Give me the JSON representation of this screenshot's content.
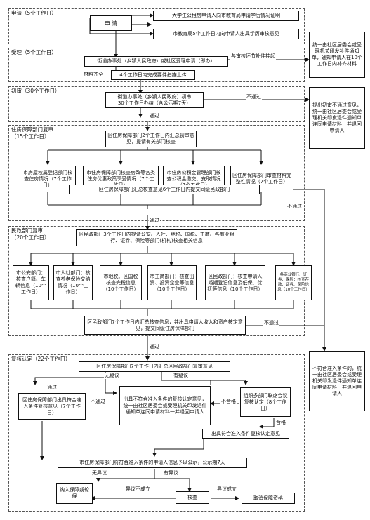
{
  "sections": {
    "apply": "申请（5个工作日）",
    "accept": "受理（5个工作日）",
    "first": "初审（30个工作日）",
    "housing": "住房保障部门复审\n（15个工作日）",
    "civil": "民政部门复审\n（20个工作日）",
    "final": "复核认定（22个工作日）"
  },
  "nodes": {
    "apply": "申 请",
    "apply_univ": "大学生公租房申请人向市教育局申请学历情况证明",
    "apply_edu": "市教育局5个工作日内向申请人出具学历审核意见",
    "accept_main": "街道办事处（乡镇人民政府）或社区受理申请（即办）",
    "accept_upload": "4个工作日内完成要件扫描上传",
    "right_supplement": "统一由社区居委会或受理机关印发补件通知单，通知申请人在10个工作日内补齐材料",
    "first_main": "街道办事处（乡镇人民政府）初审\n30个工作日办结（含公示期7天）",
    "right_first_reject": "提出初审不通过意见，统一由社区居委会或受理机关印发退件通知单连同申请材料一并退回申请人",
    "hs_summary": "区住房保障部门2个工作日内汇总初审意见，提请有关部门核查",
    "hs_property": "市房屋权属登记部门核查住房情况（7个工作日）",
    "hs_preference": "市住房保障部门核查房改等各类住房优惠政策享受情况（7个工作日）",
    "hs_fund": "市住房公积金管理部门核查公积金缴交、支取情况（7个工作日）",
    "hs_review": "区住房保障部门审查材料完整性情况（7个工作日）",
    "hs_send": "区住房保障部门汇总核查意见6个工作日内提交同级民政部门",
    "cv_request": "区民政部门3个工作日内提请公安、人社、地税、国税、工商、各商业银行、证券、保险等部门(机构)核查相关信息",
    "cv_police": "市公安部门：核查户籍、车辆信息（10个工作日）",
    "cv_hr": "市人社部门：核查养老保险交纳情况（10个工作日）",
    "cv_tax": "市地税、区国税核查完税信息（10个工作日）",
    "cv_commerce": "市工商部门：核查出资、投资企业等信息（10个工作日）",
    "cv_marriage": "区民政部门：核查申请人婚姻登记信息及低保、优抚等信息（10个工作日）",
    "cv_bank": "各商业银行、证券、保险：核查存款、证券、保险信息（10个工作日）",
    "cv_summary": "区民政部门7个工作日内汇总核查信息，并出具申请人收入和资产核定意见，提交同级住房保障部门",
    "right_reject_final": "不符合准入条件的，统一由社区居委会或受理机关印发退件通知单连同申请材料一并退回申请人",
    "fn_summary": "区住房保障部门7个工作日内汇总区民政部门复审意见",
    "fn_pass": "区住房保障部门出具符合准入条件复核意见（7个工作日）",
    "fn_reject": "出具不符合准入条件的复核认定意见，统一由社区居委会或受理机关印发退件通知单连同申请材料一并退回申请人",
    "fn_joint": "组织多部门联席会议复核认定（8个工作日）",
    "fn_qualify": "出具符合准入条件复核认定意见",
    "fn_publicity": "市住房保障部门将符合准入条件的申请人信息予以公示，公示期7天",
    "fn_include": "纳入保障或轮候",
    "fn_verify": "核查",
    "fn_cancel": "取消保障资格"
  },
  "labels": {
    "supplement": "各审核环节补件挂起",
    "complete": "材料齐全",
    "fail1": "不通过",
    "pass1": "通过",
    "fail2": "不通过",
    "pass2": "通过",
    "fail3": "不通过",
    "pass3": "通过",
    "no_doubt": "无疑议",
    "doubt": "有疑议",
    "pass4": "通过",
    "fail4": "不通过",
    "fail5": "不合格",
    "qualified": "合格",
    "no_objection": "无异议",
    "objection": "有异议",
    "objection_rejected": "异议不成立",
    "objection_upheld": "异议成立"
  }
}
